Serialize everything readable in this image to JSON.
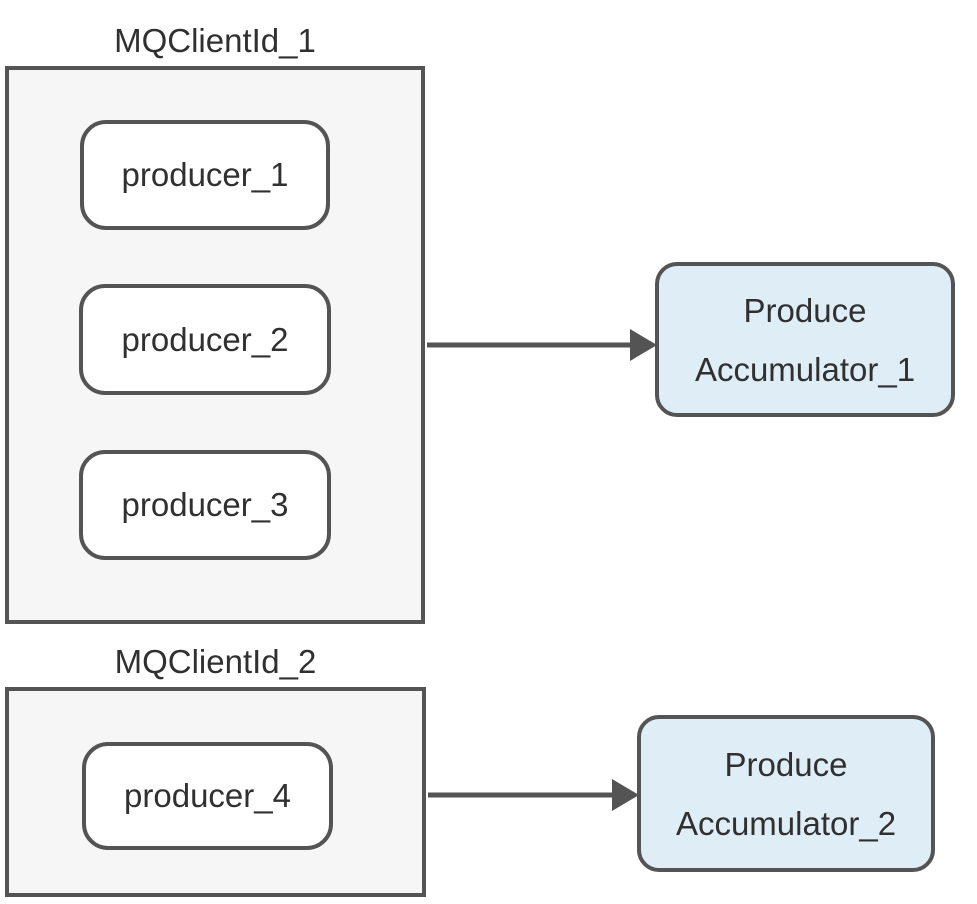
{
  "diagram_type": "mq-producer-accumulator-flow",
  "groups": [
    {
      "title": "MQClientId_1",
      "producers": [
        {
          "label": "producer_1"
        },
        {
          "label": "producer_2"
        },
        {
          "label": "producer_3"
        }
      ]
    },
    {
      "title": "MQClientId_2",
      "producers": [
        {
          "label": "producer_4"
        }
      ]
    }
  ],
  "accumulators": [
    {
      "line1": "Produce",
      "line2": "Accumulator_1"
    },
    {
      "line1": "Produce",
      "line2": "Accumulator_2"
    }
  ],
  "connections": [
    {
      "from": "MQClientId_1",
      "to": "Produce Accumulator_1"
    },
    {
      "from": "MQClientId_2",
      "to": "Produce Accumulator_2"
    }
  ],
  "colors": {
    "border": "#545454",
    "arrow": "#545454",
    "group_fill": "#f6f6f6",
    "producer_fill": "#ffffff",
    "accumulator_fill": "#dfeef6",
    "text": "#303030",
    "background": "#ffffff"
  }
}
